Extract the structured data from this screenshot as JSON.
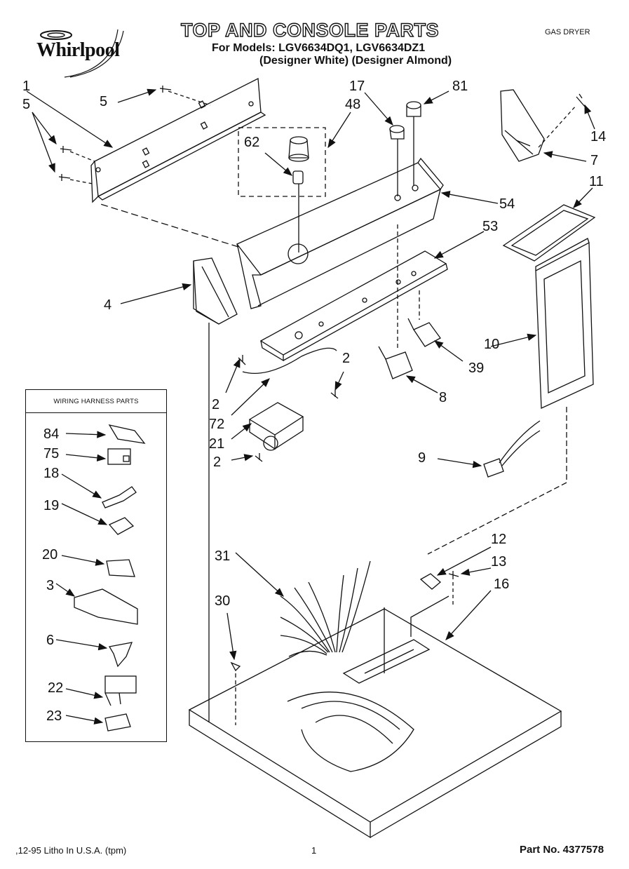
{
  "header": {
    "brand": "Whirlpool",
    "title": "TOP AND CONSOLE PARTS",
    "models_line": "For Models: LGV6634DQ1, LGV6634DZ1",
    "models_sub": "(Designer White)  (Designer Almond)",
    "product_type": "GAS DRYER"
  },
  "inset": {
    "title": "WIRING HARNESS PARTS"
  },
  "callouts": {
    "c1": "1",
    "c5a": "5",
    "c5b": "5",
    "c17": "17",
    "c81": "81",
    "c48": "48",
    "c62": "62",
    "c14": "14",
    "c7": "7",
    "c11": "11",
    "c54": "54",
    "c53": "53",
    "c4": "4",
    "c10": "10",
    "c39": "39",
    "c2a": "2",
    "c2b": "2",
    "c8": "8",
    "c72": "72",
    "c21": "21",
    "c2c": "2",
    "c9": "9",
    "c84": "84",
    "c75": "75",
    "c18": "18",
    "c19": "19",
    "c20": "20",
    "c3": "3",
    "c6": "6",
    "c22": "22",
    "c23": "23",
    "c12": "12",
    "c13": "13",
    "c16": "16",
    "c31": "31",
    "c30": "30"
  },
  "footer": {
    "litho": ",12-95 Litho In U.S.A. (tpm)",
    "page": "1",
    "part_no": "Part No. 4377578"
  }
}
